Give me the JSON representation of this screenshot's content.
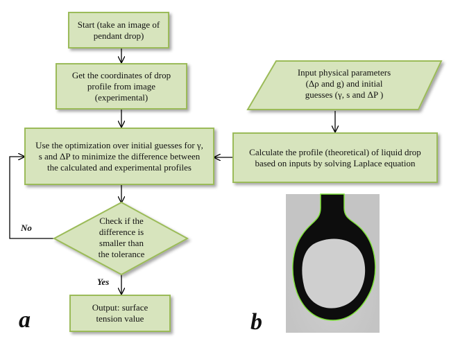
{
  "boxes": {
    "start": [
      "Start (take an image of",
      "pendant drop)"
    ],
    "get_coords": [
      "Get the coordinates of drop",
      "profile from image",
      "(experimental)"
    ],
    "optimize": [
      "Use the optimization  over initial guesses for γ,",
      "s and ΔP to minimize  the difference between",
      "the calculated and experimental  profiles"
    ],
    "calculate": [
      "Calculate the profile (theoretical) of liquid drop",
      "based on inputs by solving Laplace equation"
    ],
    "output": [
      "Output: surface",
      "tension value"
    ]
  },
  "input": [
    "Input physical parameters",
    "(Δρ and g) and initial",
    "guesses (γ, s and ΔP )"
  ],
  "decision": [
    "Check if the",
    "difference is",
    "smaller than",
    "the tolerance"
  ],
  "edge_labels": {
    "no": "No",
    "yes": "Yes"
  },
  "panel_labels": {
    "a": "a",
    "b": "b"
  },
  "colors": {
    "box_fill": "#d7e4bd",
    "box_border": "#9bbb59",
    "arrow": "#000000",
    "drop_outline": "#7fe33a"
  }
}
